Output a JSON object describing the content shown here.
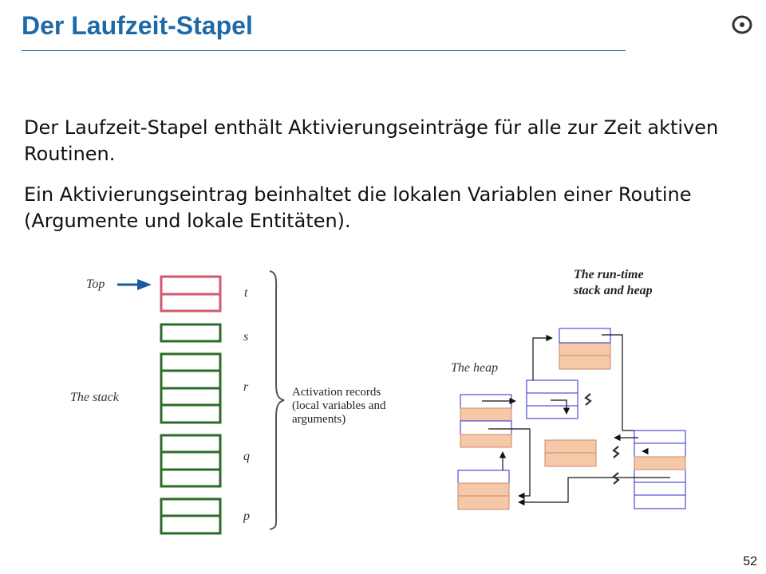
{
  "slide": {
    "title": "Der Laufzeit-Stapel",
    "page_number": "52",
    "paragraphs": [
      "Der Laufzeit-Stapel enthält Aktivierungseinträge für alle zur Zeit aktiven Routinen.",
      "Ein Aktivierungseintrag beinhaltet die lokalen Variablen einer Routine (Argumente und lokale Entitäten)."
    ]
  },
  "diagram": {
    "top_label": "Top",
    "stack_label": "The stack",
    "routine_labels": [
      "t",
      "s",
      "r",
      "q",
      "p"
    ],
    "records_label": [
      "Activation records",
      "(local variables and",
      "arguments)"
    ],
    "runtime_label": [
      "The run-time",
      "stack and heap"
    ],
    "heap_label": "The heap",
    "colors": {
      "title": "#1e6aa8",
      "top_frame": "#d05a6e",
      "stack_frames": "#2e6b2a",
      "heap_fill": "#f5c8a8",
      "heap_border": "#2a2acc",
      "arrow": "#1a5aa0"
    }
  }
}
